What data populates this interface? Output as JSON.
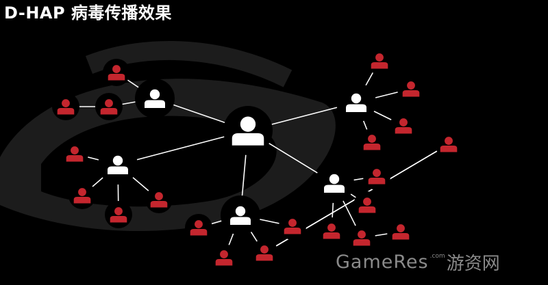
{
  "title": "D-HAP 病毒传播效果",
  "watermark": {
    "brand": "GameRes",
    "domain": ".com",
    "name_cn": "游资网"
  },
  "colors": {
    "background": "#000000",
    "healthy": "#ffffff",
    "infected": "#c4262e",
    "node_disc": "#111111",
    "edge": "#ffffff",
    "logo": "#1c1c1c"
  },
  "graph": {
    "nodes": [
      {
        "id": "center",
        "state": "healthy",
        "role": "hub"
      },
      {
        "id": "u1",
        "state": "healthy",
        "role": "spreader"
      },
      {
        "id": "u2",
        "state": "healthy",
        "role": "spreader"
      },
      {
        "id": "u3",
        "state": "healthy",
        "role": "spreader"
      },
      {
        "id": "u4",
        "state": "healthy",
        "role": "spreader"
      },
      {
        "id": "u5",
        "state": "healthy",
        "role": "spreader"
      },
      {
        "id": "r1",
        "state": "infected",
        "role": "leaf"
      },
      {
        "id": "r2",
        "state": "infected",
        "role": "leaf"
      },
      {
        "id": "r3",
        "state": "infected",
        "role": "leaf"
      },
      {
        "id": "r4",
        "state": "infected",
        "role": "leaf"
      },
      {
        "id": "r5",
        "state": "infected",
        "role": "leaf"
      },
      {
        "id": "r6",
        "state": "infected",
        "role": "leaf"
      },
      {
        "id": "r7",
        "state": "infected",
        "role": "leaf"
      },
      {
        "id": "r8",
        "state": "infected",
        "role": "leaf"
      },
      {
        "id": "r9",
        "state": "infected",
        "role": "leaf"
      },
      {
        "id": "r10",
        "state": "infected",
        "role": "leaf"
      },
      {
        "id": "r11",
        "state": "infected",
        "role": "leaf"
      },
      {
        "id": "r12",
        "state": "infected",
        "role": "leaf"
      },
      {
        "id": "r13",
        "state": "infected",
        "role": "leaf"
      },
      {
        "id": "r14",
        "state": "infected",
        "role": "leaf"
      },
      {
        "id": "r15",
        "state": "infected",
        "role": "leaf"
      },
      {
        "id": "r16",
        "state": "infected",
        "role": "leaf"
      },
      {
        "id": "r17",
        "state": "infected",
        "role": "leaf"
      },
      {
        "id": "r18",
        "state": "infected",
        "role": "leaf"
      },
      {
        "id": "r19",
        "state": "infected",
        "role": "leaf"
      },
      {
        "id": "r20",
        "state": "infected",
        "role": "leaf"
      },
      {
        "id": "r21",
        "state": "infected",
        "role": "leaf"
      },
      {
        "id": "r22",
        "state": "infected",
        "role": "leaf"
      }
    ],
    "edges": [
      [
        "center",
        "u1"
      ],
      [
        "center",
        "u2"
      ],
      [
        "center",
        "u3"
      ],
      [
        "center",
        "u4"
      ],
      [
        "center",
        "u5"
      ],
      [
        "u1",
        "r1"
      ],
      [
        "u1",
        "r2"
      ],
      [
        "r2",
        "r3"
      ],
      [
        "u2",
        "r4"
      ],
      [
        "u2",
        "r5"
      ],
      [
        "u2",
        "r6"
      ],
      [
        "u2",
        "r7"
      ],
      [
        "u3",
        "r8"
      ],
      [
        "u3",
        "r9"
      ],
      [
        "u3",
        "r10"
      ],
      [
        "u3",
        "r11"
      ],
      [
        "u4",
        "r12"
      ],
      [
        "u4",
        "r13"
      ],
      [
        "u4",
        "r14"
      ],
      [
        "u4",
        "r15"
      ],
      [
        "r15",
        "r16"
      ],
      [
        "u5",
        "r17"
      ],
      [
        "u5",
        "r18"
      ],
      [
        "u5",
        "r19"
      ],
      [
        "u5",
        "r20"
      ],
      [
        "r20",
        "r21"
      ],
      [
        "r20",
        "r22"
      ]
    ]
  }
}
